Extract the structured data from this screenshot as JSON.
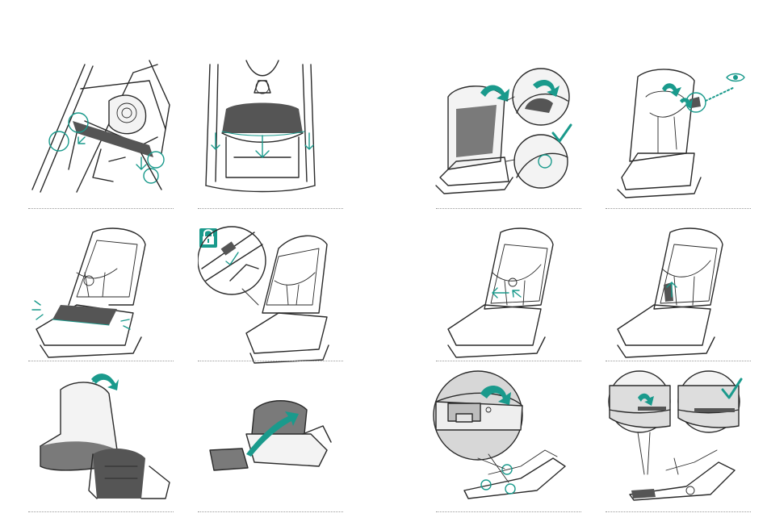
{
  "page": {
    "background": "#ffffff",
    "accent_color": "#1a9a8c",
    "line_color": "#2a2a2a"
  },
  "panels": [
    {
      "id": "left-1",
      "icons": [
        "seat-frame-icon",
        "button-highlight-icon",
        "arrow-down-icon"
      ]
    },
    {
      "id": "left-2",
      "icons": [
        "seat-frame-icon",
        "bumper-bar-icon",
        "arrow-down-icon"
      ]
    },
    {
      "id": "left-3",
      "icons": [
        "seat-frame-icon",
        "harness-icon",
        "click-indicator-icon"
      ]
    },
    {
      "id": "left-4",
      "icons": [
        "lock-icon",
        "zoom-circle-icon",
        "seat-frame-icon",
        "arrow-down-icon"
      ]
    },
    {
      "id": "left-5",
      "icons": [
        "seat-fabric-icon",
        "curved-arrow-icon"
      ]
    },
    {
      "id": "left-6",
      "icons": [
        "seat-fabric-icon",
        "insert-pad-icon",
        "curved-arrow-icon"
      ]
    },
    {
      "id": "right-1",
      "icons": [
        "seat-fabric-icon",
        "zoom-circle-icon",
        "check-icon",
        "curved-arrow-icon"
      ]
    },
    {
      "id": "right-2",
      "icons": [
        "seat-frame-icon",
        "eye-icon",
        "zoom-circle-icon",
        "curved-arrow-icon"
      ]
    },
    {
      "id": "right-3",
      "icons": [
        "seat-frame-icon",
        "harness-icon",
        "arrow-icon"
      ]
    },
    {
      "id": "right-4",
      "icons": [
        "seat-frame-icon",
        "harness-icon",
        "arrow-up-icon"
      ]
    },
    {
      "id": "right-5",
      "icons": [
        "zoom-circle-icon",
        "curved-arrow-icon",
        "seat-base-icon"
      ]
    },
    {
      "id": "right-6",
      "icons": [
        "zoom-circle-icon",
        "check-icon",
        "curved-arrow-icon",
        "seat-base-icon"
      ]
    }
  ]
}
